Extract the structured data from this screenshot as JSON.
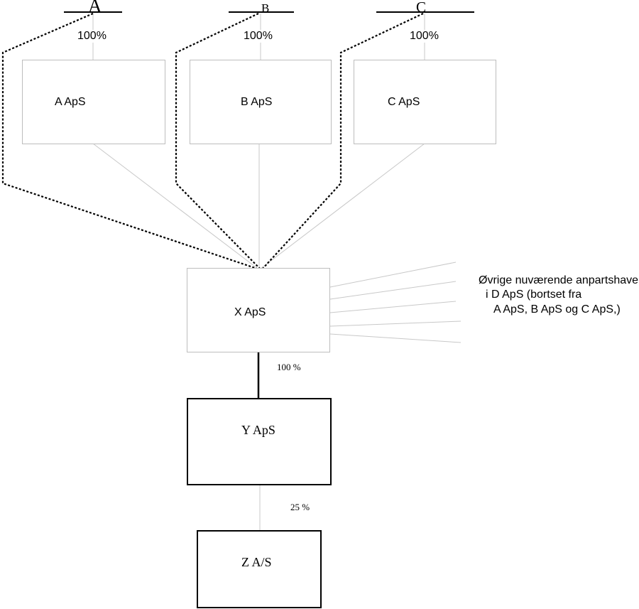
{
  "owners": [
    {
      "label": "A",
      "ownership": "100%"
    },
    {
      "label": "B",
      "ownership": "100%"
    },
    {
      "label": "C",
      "ownership": "100%"
    }
  ],
  "holding_companies": [
    {
      "label": "A  ApS"
    },
    {
      "label": "B ApS"
    },
    {
      "label": "C ApS"
    }
  ],
  "x_company": {
    "label": "X ApS"
  },
  "other_holders": {
    "line1": "Øvrige nuværende anpartshavere",
    "line2": "i D ApS (bortset fra",
    "line3": "A ApS, B ApS og C ApS,)"
  },
  "y_company": {
    "label": "Y ApS",
    "ownership": "100 %"
  },
  "z_company": {
    "label": "Z A/S",
    "ownership": "25 %"
  }
}
